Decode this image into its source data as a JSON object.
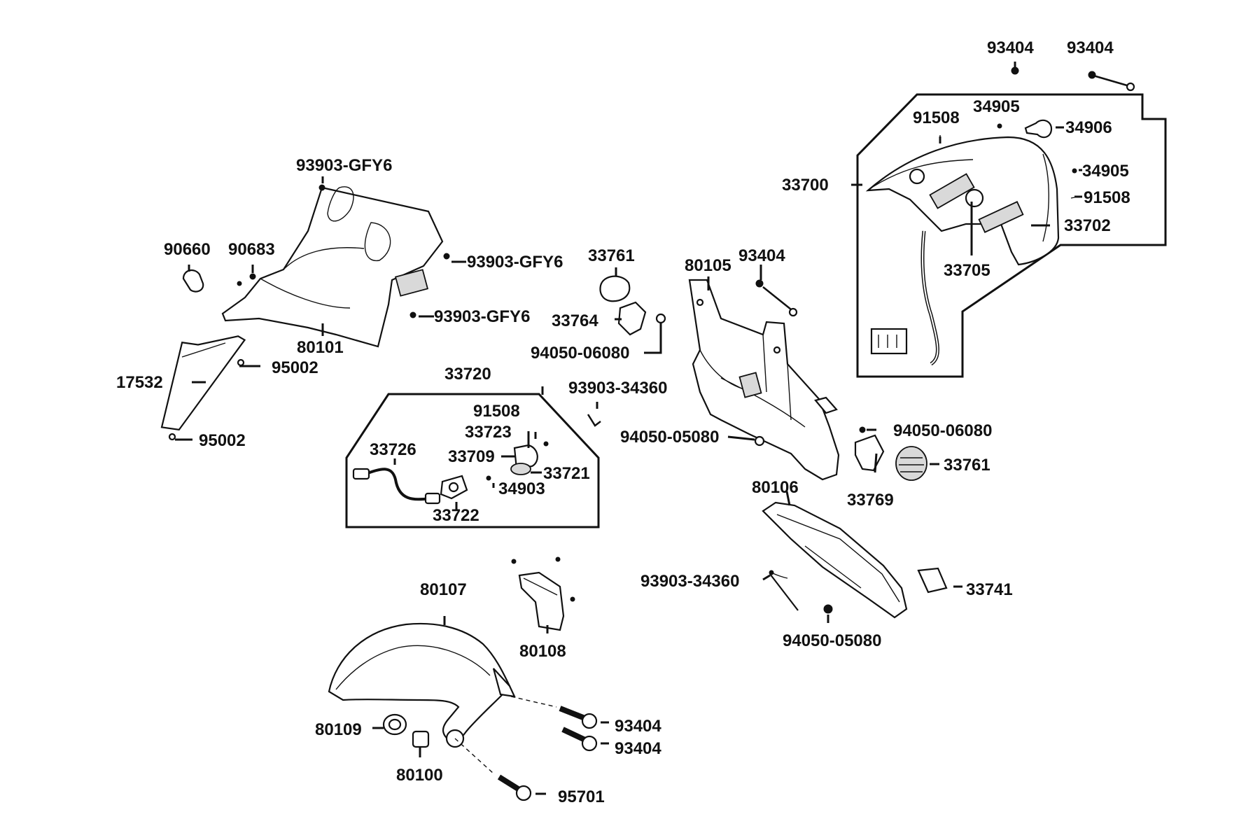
{
  "labels": {
    "l93404a": "93404",
    "l93404b": "93404",
    "l34905a": "34905",
    "l91508a": "91508",
    "l34906": "34906",
    "l34905b": "34905",
    "l91508b": "91508",
    "l33700": "33700",
    "l33702": "33702",
    "l33705": "33705",
    "l93903gfy6a": "93903-GFY6",
    "l93903gfy6b": "93903-GFY6",
    "l93903gfy6c": "93903-GFY6",
    "l90660": "90660",
    "l90683": "90683",
    "l80101": "80101",
    "l95002a": "95002",
    "l95002b": "95002",
    "l17532": "17532",
    "l33761a": "33761",
    "l33764": "33764",
    "l9405006080a": "94050-06080",
    "l80105": "80105",
    "l93404c": "93404",
    "l33720": "33720",
    "l91508c": "91508",
    "l33723": "33723",
    "l33726": "33726",
    "l33709": "33709",
    "l33721": "33721",
    "l34903": "34903",
    "l33722": "33722",
    "l9390334360a": "93903-34360",
    "l9405005080a": "94050-05080",
    "l9405006080b": "94050-06080",
    "l33761b": "33761",
    "l33769": "33769",
    "l80106": "80106",
    "l9390334360b": "93903-34360",
    "l33741": "33741",
    "l9405005080b": "94050-05080",
    "l80107": "80107",
    "l80108": "80108",
    "l80109": "80109",
    "l80100": "80100",
    "l93404d": "93404",
    "l93404e": "93404",
    "l95701": "95701"
  }
}
